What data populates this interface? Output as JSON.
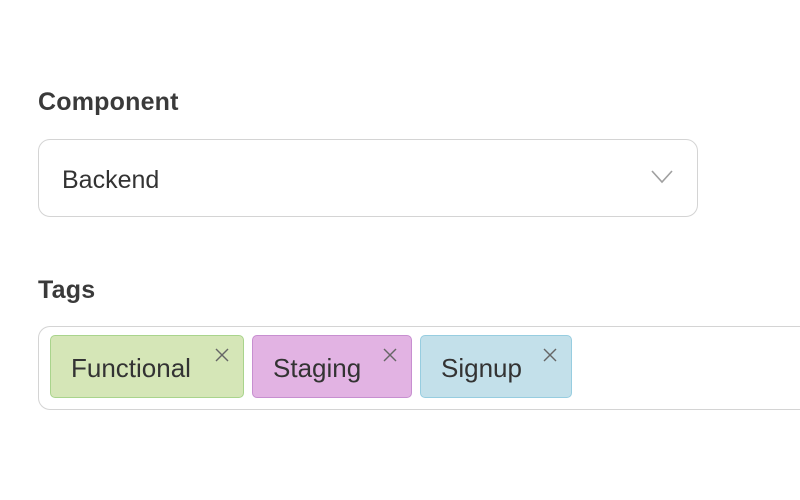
{
  "component_field": {
    "label": "Component",
    "selected_value": "Backend"
  },
  "tags_field": {
    "label": "Tags",
    "tags": [
      {
        "label": "Functional",
        "color": "#d5e6b7",
        "border": "#a9d48c"
      },
      {
        "label": "Staging",
        "color": "#e2b3e3",
        "border": "#c78fd0"
      },
      {
        "label": "Signup",
        "color": "#c3e0ea",
        "border": "#97cde0"
      }
    ]
  },
  "icons": {
    "dropdown": "chevron-down-icon",
    "remove": "close-icon"
  }
}
